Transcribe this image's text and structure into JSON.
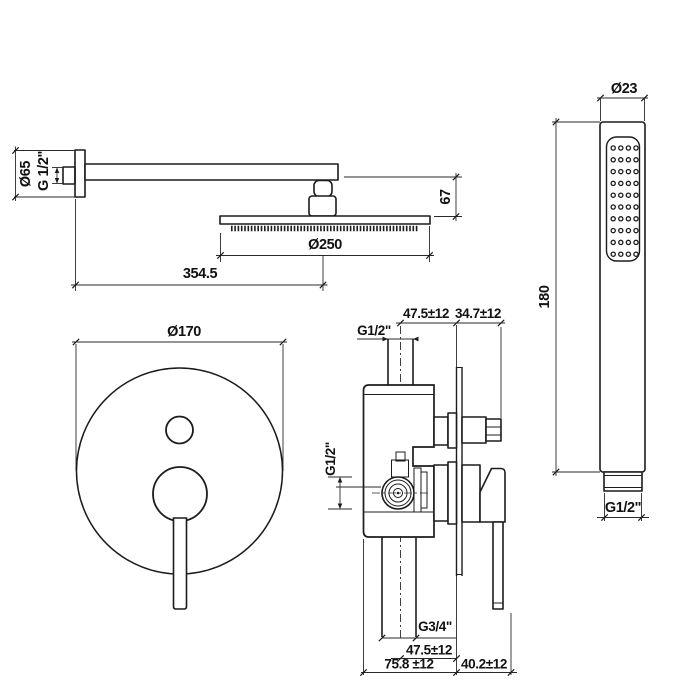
{
  "drawing": {
    "description": "Concealed shower set technical dimension drawing",
    "line_color": "#1c1c1c",
    "background": "#ffffff",
    "views": {
      "shower_arm": {
        "labels": {
          "flange_diameter": "Ø65",
          "wall_thread": "G 1/2\"",
          "arm_length": "354.5",
          "head_diameter": "Ø250",
          "joint_height": "67"
        }
      },
      "hand_shower": {
        "labels": {
          "head_diameter": "Ø23",
          "body_length": "180",
          "connector_thread": "G1/2\""
        }
      },
      "mixer_front": {
        "labels": {
          "plate_diameter": "Ø170"
        }
      },
      "mixer_side": {
        "labels": {
          "inlet_offset_top": "47.5±12",
          "plate_to_end": "34.7±12",
          "top_inlet_thread": "G1/2\"",
          "side_inlet_thread": "G1/2\"",
          "bottom_outlet_thread": "G3/4\"",
          "outlet_offset_bottom": "47.5±12",
          "body_depth": "75.8 ±12",
          "handle_projection": "40.2±12"
        }
      }
    }
  }
}
